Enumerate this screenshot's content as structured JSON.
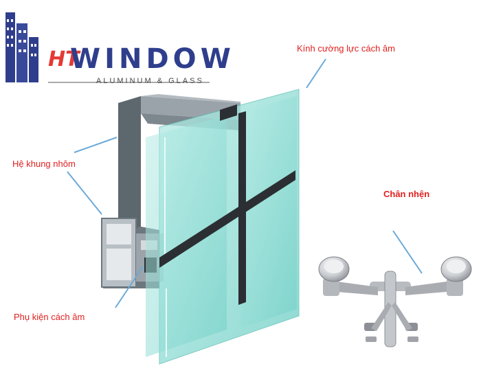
{
  "brand": {
    "ht": "HT",
    "name": "WINDOW",
    "tagline": "ALUMINUM & GLASS",
    "colors": {
      "primary": "#2f3e8c",
      "accent": "#e53935"
    }
  },
  "labels": {
    "glass": "Kính cường lực cách âm",
    "frame": "Hệ khung nhôm",
    "spider": "Chân nhện",
    "accessory": "Phụ kiện cách âm"
  },
  "colors": {
    "label_text": "#e02020",
    "leader_line": "#6aa9d8",
    "glass": "#8fd9d2",
    "aluminum": "#6f7a82",
    "gasket": "#2b2f33"
  }
}
